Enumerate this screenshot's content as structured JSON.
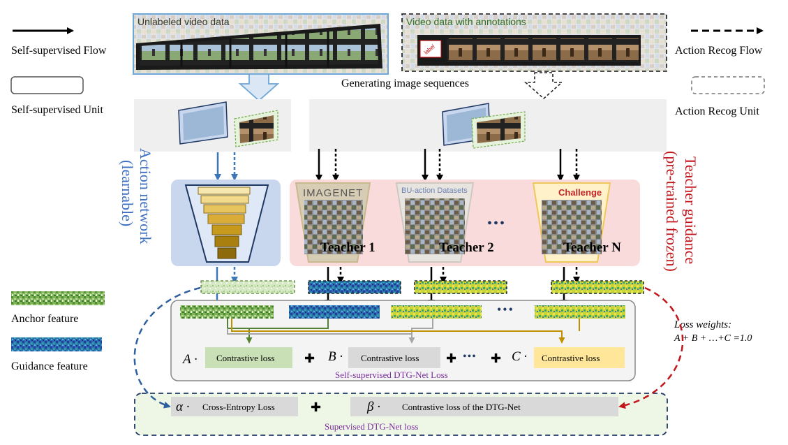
{
  "legend": {
    "self_flow": "Self-supervised Flow",
    "action_flow": "Action Recog Flow",
    "self_unit": "Self-supervised Unit",
    "action_unit": "Action Recog Unit",
    "anchor": "Anchor feature",
    "guidance": "Guidance  feature"
  },
  "sources": {
    "unlabeled": "Unlabeled video data",
    "annotated": "Video data with annotations",
    "label_tag": "label",
    "generating": "Generating image sequences"
  },
  "side_labels": {
    "action_network_1": "Action network",
    "action_network_2": "(learnable)",
    "teacher_1": "Teacher guidance",
    "teacher_2": "(pre-trained frozen)"
  },
  "teachers": {
    "imagenet_logo": "IMAGENET",
    "bu_logo": "BU-action Datasets",
    "challenge_logo": "Challenge",
    "t1": "Teacher 1",
    "t2": "Teacher 2",
    "tn": "Teacher N",
    "dots": "•••"
  },
  "loss": {
    "weights_title": "Loss weights:",
    "weights_eq": "A + B + …+C =1.0",
    "A": "A ·",
    "B": "B ·",
    "C": "C ·",
    "contrastive": "Contrastive loss",
    "plus": "✚",
    "self_caption": "Self-supervised DTG-Net Loss",
    "alpha": "α ·",
    "beta": "β ·",
    "cross_entropy": "Cross-Entropy Loss",
    "dtg_contrastive": "Contrastive loss of the DTG-Net",
    "sup_caption": "Supervised DTG-Net loss"
  },
  "colors": {
    "blue_arrow": "#3b77b8",
    "red_text": "#c0161c",
    "blue_text": "#3d6fc2",
    "purple_text": "#7a2c9e",
    "anchor_green": "#6aa84f",
    "loss_green": "#c9e0b6",
    "loss_gray": "#d9d9d9",
    "loss_yellow": "#ffe699",
    "panel_gray": "#efefef",
    "net_blue": "#c9d7ee",
    "teacher_pink": "#fadbdc",
    "sup_green": "#eef6e6",
    "dark_navy": "#1f3864",
    "olive_line": "#bf9000"
  }
}
